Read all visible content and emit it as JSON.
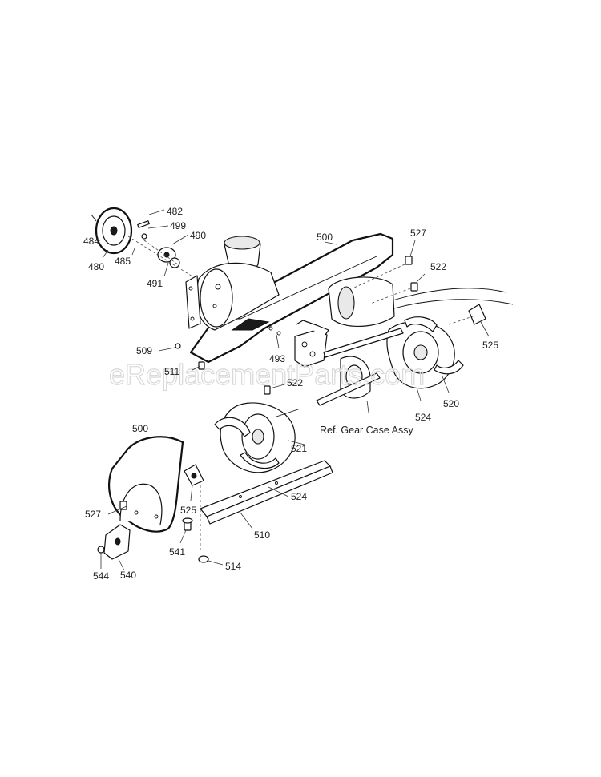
{
  "watermark": "eReplacementParts.com",
  "labels": {
    "p482": "482",
    "p499": "499",
    "p490": "490",
    "p484": "484",
    "p480": "480",
    "p485": "485",
    "p491": "491",
    "p500_top": "500",
    "p527_top": "527",
    "p522_top": "522",
    "p525_right": "525",
    "p509": "509",
    "p493": "493",
    "p511": "511",
    "p522_mid": "522",
    "p524_right": "524",
    "p520": "520",
    "gear_case": "Ref. Gear Case Assy",
    "p500_left": "500",
    "p521": "521",
    "p527_left": "527",
    "p525_left": "525",
    "p524_mid": "524",
    "p510": "510",
    "p541": "541",
    "p514": "514",
    "p544": "544",
    "p540": "540"
  }
}
